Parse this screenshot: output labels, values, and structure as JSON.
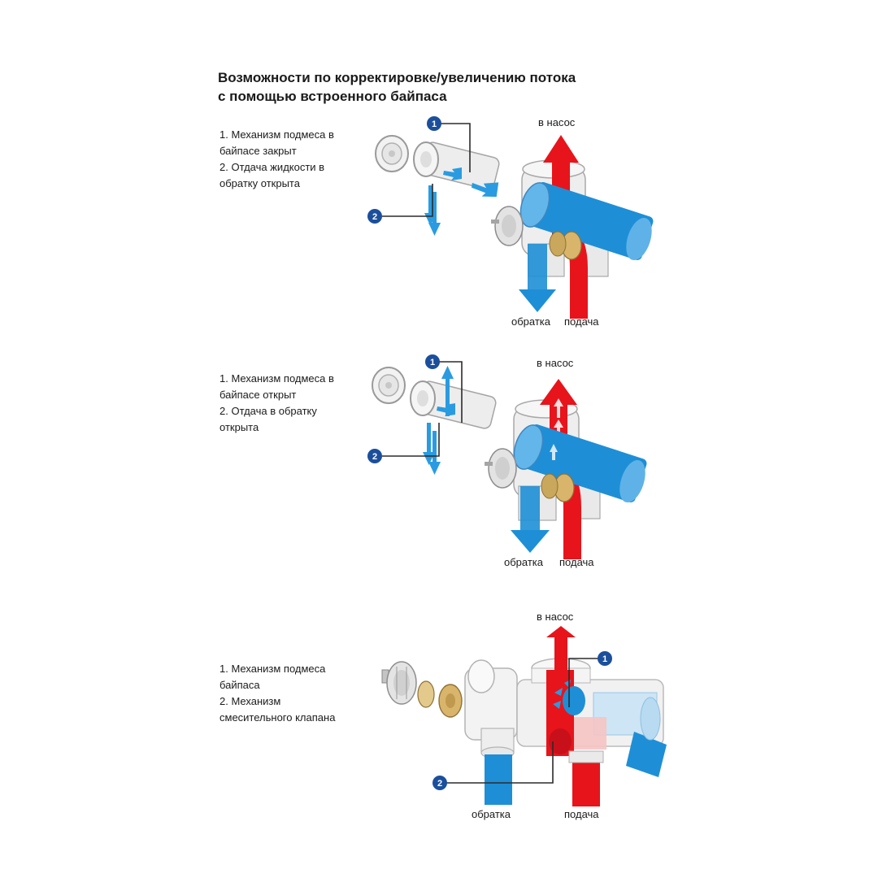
{
  "title": {
    "line1": "Возможности по корректировке/увеличению потока",
    "line2": "с помощью встроенного байпаса"
  },
  "panels": [
    {
      "desc": [
        "1. Механизм подмеса в",
        "байпасе закрыт",
        "2. Отдача жидкости в",
        "обратку открыта"
      ],
      "label_top": "в насос",
      "label_return": "обратка",
      "label_supply": "подача",
      "badge1": "1",
      "badge2": "2"
    },
    {
      "desc": [
        "1. Механизм подмеса в",
        "байпасе открыт",
        "2. Отдача в обратку",
        "открыта"
      ],
      "label_top": "в насос",
      "label_return": "обратка",
      "label_supply": "подача",
      "badge1": "1",
      "badge2": "2"
    },
    {
      "desc": [
        "1. Механизм подмеса",
        "байпаса",
        "2. Механизм",
        "смесительного клапана"
      ],
      "label_top": "в насос",
      "label_return": "обратка",
      "label_supply": "подача",
      "badge1": "1",
      "badge2": "2"
    }
  ],
  "colors": {
    "hot": "#e8141b",
    "cold": "#1e8fd6",
    "arrow_blue": "#2a9be0",
    "badge": "#1b4f9c",
    "metal": "#d9d9d9",
    "brass": "#d8b56a"
  }
}
